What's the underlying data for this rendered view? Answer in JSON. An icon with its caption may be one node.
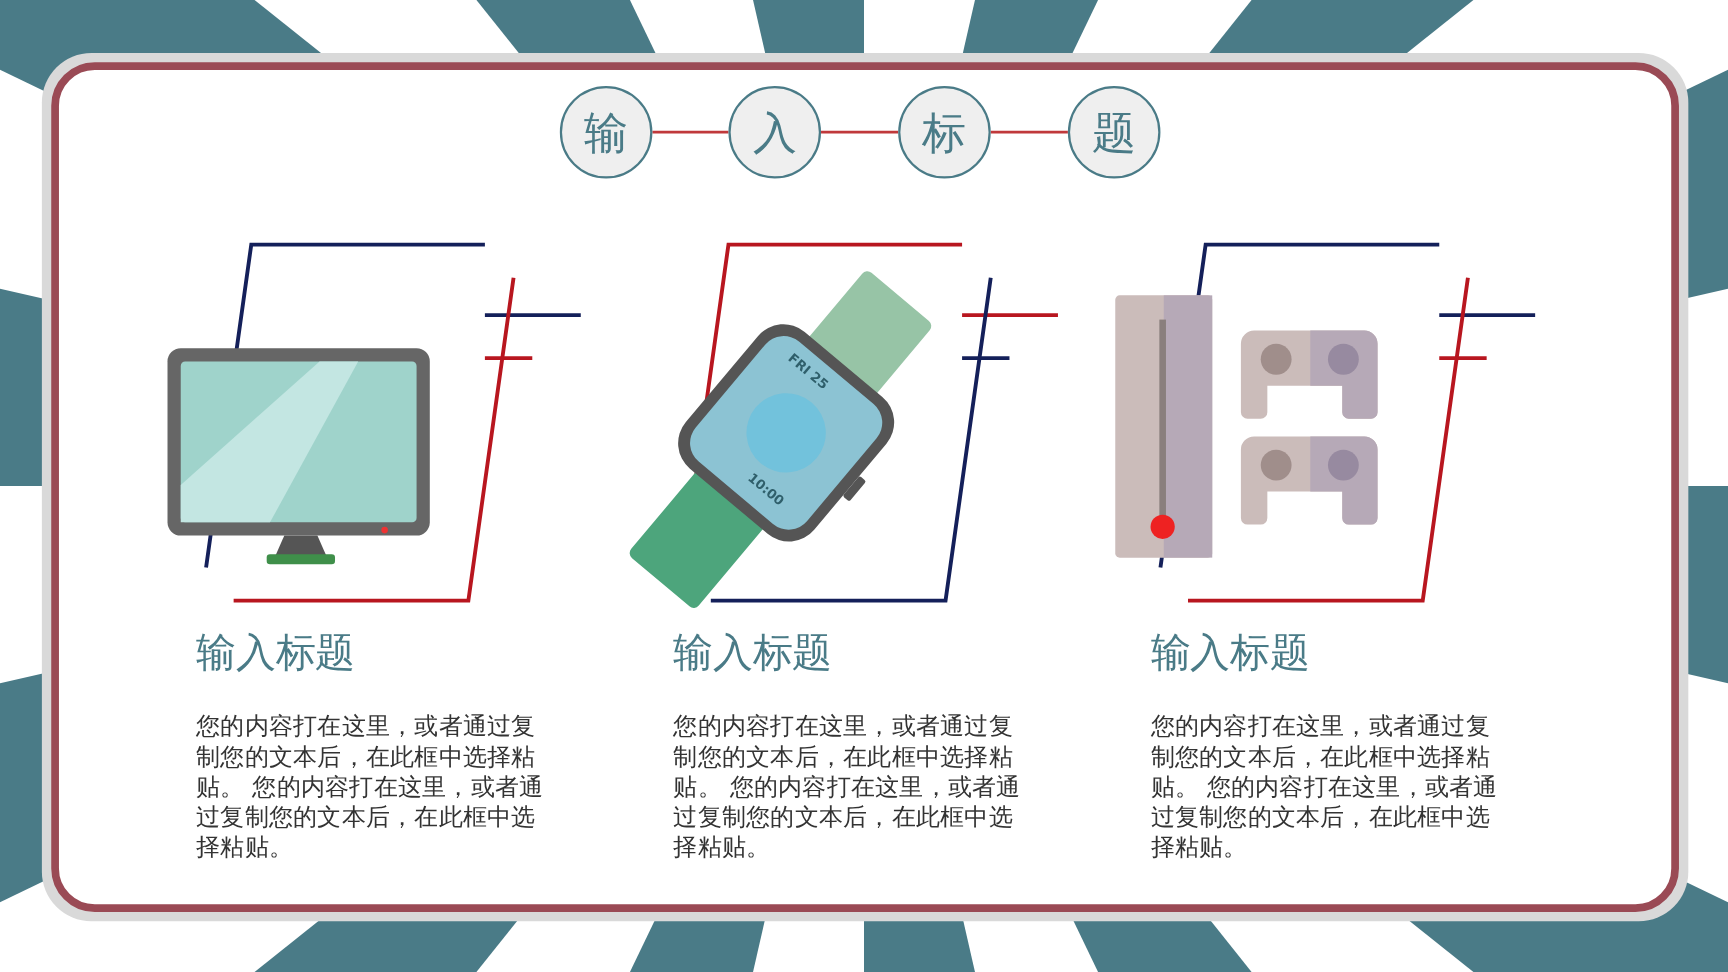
{
  "diagram": {
    "nodes": [
      {
        "text": [
          "输"
        ]
      },
      {
        "text": [
          "入"
        ]
      },
      {
        "text": [
          "标"
        ]
      },
      {
        "text": [
          "题"
        ]
      }
    ],
    "edges": [
      {
        "from": 0,
        "to": 1,
        "arrow": "none"
      },
      {
        "from": 1,
        "to": 2,
        "arrow": "none"
      },
      {
        "from": 2,
        "to": 3,
        "arrow": "none"
      }
    ],
    "labels": [
      "FRI 25",
      "10:00",
      "输入标题",
      "您的内容打在这里，或者通过复制您的文本后，在此框中选择粘贴。 您的内容打在这里，或者通过复制您的文本后，在此框中选择粘贴。",
      "输入标题",
      "您的内容打在这里，或者通过复制您的文本后，在此框中选择粘贴。 您的内容打在这里，或者通过复制您的文本后，在此框中选择粘贴。",
      "输入标题",
      "您的内容打在这里，或者通过复制您的文本后，在此框中选择粘贴。 您的内容打在这里，或者通过复制您的文本后，在此框中选择粘贴。"
    ]
  }
}
